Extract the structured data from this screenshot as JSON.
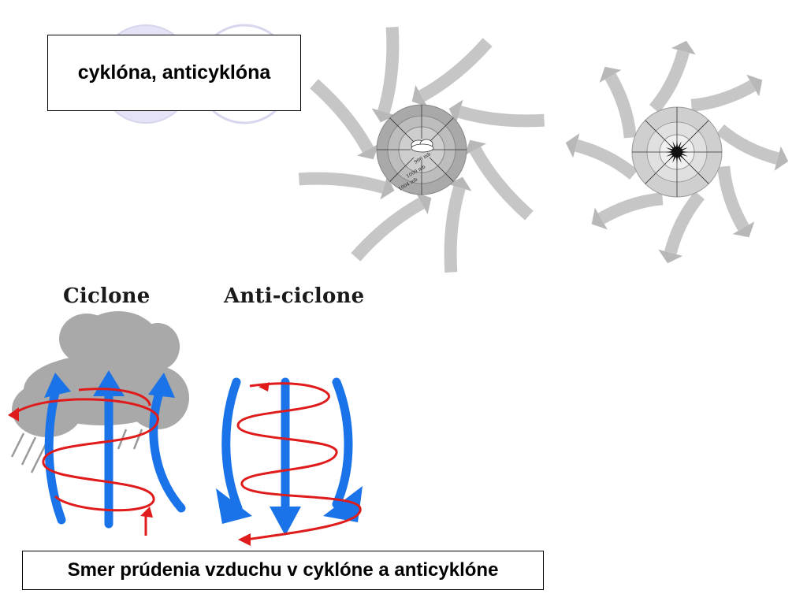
{
  "title": "cyklóna, anticyklóna",
  "caption": "Smer prúdenia vzduchu v cyklóne a anticyklóne",
  "cyclone_label": "Ciclone",
  "anticyclone_label": "Anti-ciclone",
  "isobars": [
    "996 mb",
    "1000 mb",
    "1004 mb"
  ],
  "colors": {
    "arrow_fill": "#c8c8c8",
    "blue_flow": "#1a73e8",
    "red_flow": "#e01b1b",
    "cloud": "#a9a9a9",
    "deco_circle": "#e3e3f5"
  },
  "icons": [
    "cloud-icon",
    "sun-icon"
  ]
}
